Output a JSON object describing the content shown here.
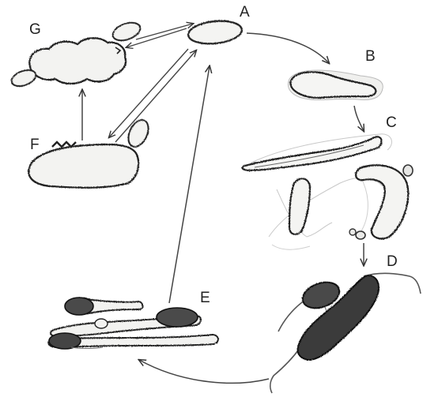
{
  "diagram": {
    "labels": {
      "a": "A",
      "b": "B",
      "c": "C",
      "d": "D",
      "e": "E",
      "f": "F",
      "g": "G"
    }
  }
}
